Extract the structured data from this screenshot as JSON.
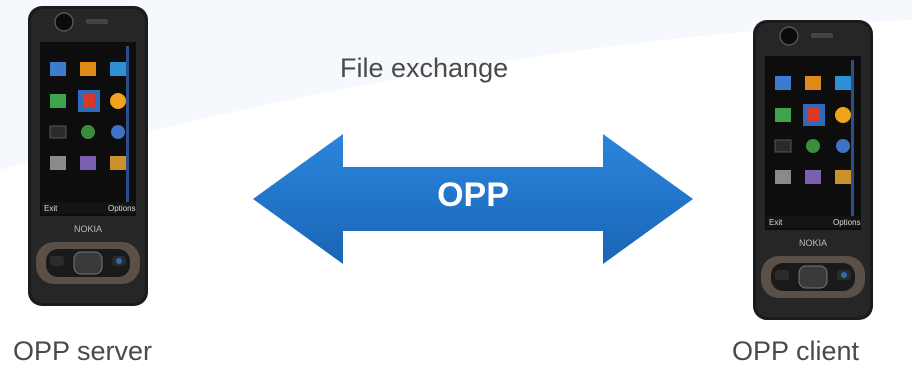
{
  "diagram": {
    "exchange_label": "File exchange",
    "arrow_label": "OPP",
    "server_caption": "OPP server",
    "client_caption": "OPP client",
    "phone_brand": "NOKIA",
    "softkey_left": "Exit",
    "softkey_right": "Options",
    "menu_title": "Menu",
    "colors": {
      "arrow": "#1f72c8",
      "caption_text": "#4a4a4a",
      "phone_body": "#1b1b1b"
    }
  }
}
